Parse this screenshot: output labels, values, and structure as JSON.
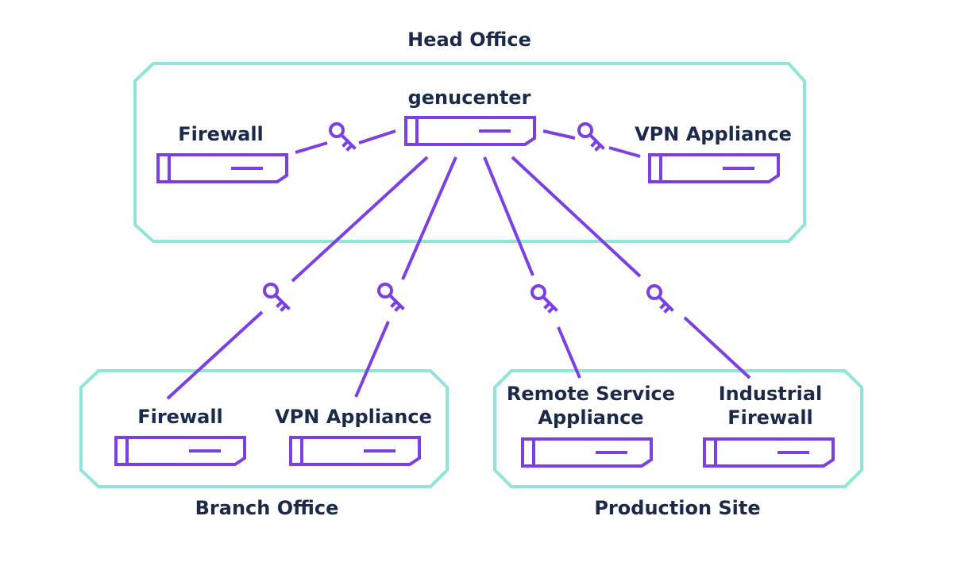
{
  "colors": {
    "zone_border": "#8fe5d6",
    "device": "#7b3fe4",
    "text": "#1b2a4b"
  },
  "zones": {
    "head": {
      "label": "Head Office"
    },
    "branch": {
      "label": "Branch Office"
    },
    "production": {
      "label": "Production Site"
    }
  },
  "devices": {
    "center": {
      "label": "genucenter"
    },
    "head_firewall": {
      "label": "Firewall"
    },
    "head_vpn": {
      "label": "VPN Appliance"
    },
    "branch_firewall": {
      "label": "Firewall"
    },
    "branch_vpn": {
      "label": "VPN Appliance"
    },
    "remote_service": {
      "label_line1": "Remote Service",
      "label_line2": "Appliance"
    },
    "industrial_firewall": {
      "label_line1": "Industrial",
      "label_line2": "Firewall"
    }
  },
  "icons": {
    "device": "server-appliance-icon",
    "link": "key-icon"
  }
}
